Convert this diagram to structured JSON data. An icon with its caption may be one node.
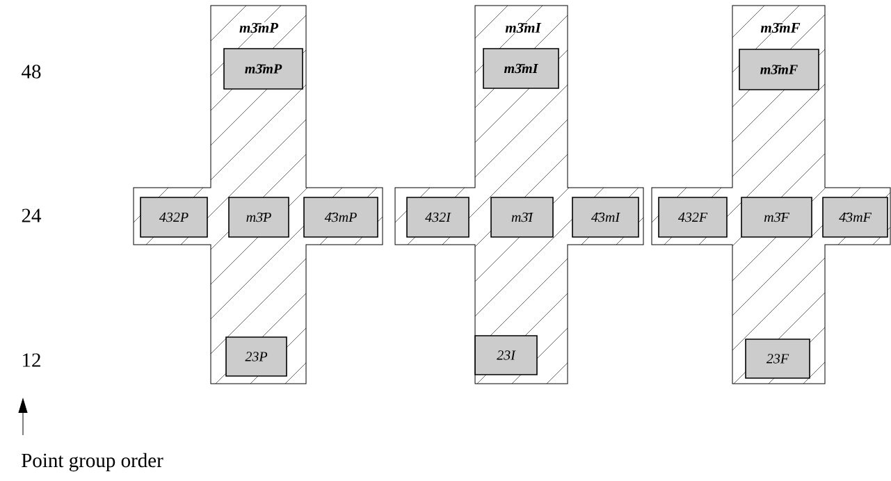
{
  "diagram": {
    "nodes": [
      {
        "text": [
          "m3̄mP"
        ]
      },
      {
        "text": [
          "m3̄mP"
        ],
        "in": 0
      },
      {
        "text": [
          "432P"
        ],
        "in": 0
      },
      {
        "text": [
          "m3̄P"
        ],
        "in": 0
      },
      {
        "text": [
          "4̄3mP"
        ],
        "in": 0
      },
      {
        "text": [
          "23P"
        ],
        "in": 0
      },
      {
        "text": [
          "m3̄mI"
        ]
      },
      {
        "text": [
          "m3̄mI"
        ],
        "in": 6
      },
      {
        "text": [
          "432I"
        ],
        "in": 6
      },
      {
        "text": [
          "m3̄I"
        ],
        "in": 6
      },
      {
        "text": [
          "4̄3mI"
        ],
        "in": 6
      },
      {
        "text": [
          "23I"
        ],
        "in": 6
      },
      {
        "text": [
          "m3̄mF"
        ]
      },
      {
        "text": [
          "m3̄mF"
        ],
        "in": 12
      },
      {
        "text": [
          "432F"
        ],
        "in": 12
      },
      {
        "text": [
          "m3̄F"
        ],
        "in": 12
      },
      {
        "text": [
          "4̄3mF"
        ],
        "in": 12
      },
      {
        "text": [
          "23F"
        ],
        "in": 12
      }
    ],
    "labels": [
      "48",
      "24",
      "12",
      "Point group order"
    ]
  }
}
